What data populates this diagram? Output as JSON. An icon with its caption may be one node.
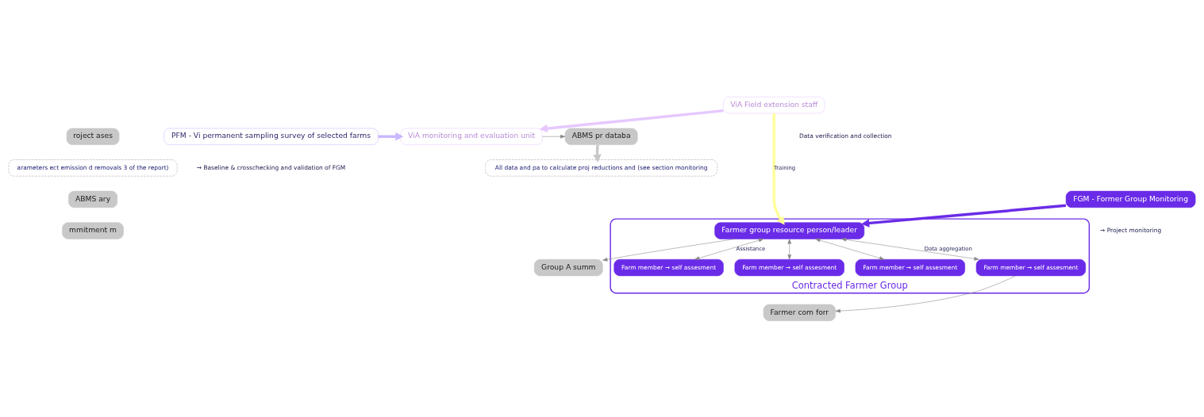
{
  "diagram": {
    "nodes": [
      {
        "text": [
          "roject ases"
        ]
      },
      {
        "text": [
          "PFM - Vi permanent sampling survey of selected farms"
        ],
        "beside": [
          "→ Baseline & crosschecking and validation of FGM"
        ]
      },
      {
        "text": [
          "ViA monitoring and evaluation unit"
        ]
      },
      {
        "text": [
          "ViA Field extension staff"
        ]
      },
      {
        "text": [
          "ABMS pr databa"
        ]
      },
      {
        "text": [
          "arameters ect emission d removals 3 of the report)"
        ]
      },
      {
        "text": [
          "All data and pa to calculate proj reductions and (see section monitoring"
        ]
      },
      {
        "text": [
          "ABMS ary"
        ]
      },
      {
        "text": [
          "FGM - Former Group Monitoring"
        ],
        "beside": [
          "→ Project monitoring"
        ]
      },
      {
        "text": [
          "Contracted Farmer Group"
        ]
      },
      {
        "text": [
          "Farmer group resource person/leader"
        ],
        "in": 9
      },
      {
        "text": [
          "Farm member → self assesment"
        ],
        "in": 9
      },
      {
        "text": [
          "Farm member → self assesment"
        ],
        "in": 9
      },
      {
        "text": [
          "Farm member → self assesment"
        ],
        "in": 9
      },
      {
        "text": [
          "Farm member → self assesment"
        ],
        "in": 9
      },
      {
        "text": [
          "Group A summ"
        ]
      },
      {
        "text": [
          "mmitment m"
        ]
      },
      {
        "text": [
          "Farmer com forr"
        ]
      }
    ],
    "edges": [
      {
        "from": 1,
        "to": 2,
        "arrow": "to",
        "style": "thick",
        "color": "#c9b8ff"
      },
      {
        "from": 3,
        "to": 2,
        "arrow": "to",
        "style": "thick",
        "color": "#e6c8ff"
      },
      {
        "from": 3,
        "to": 10,
        "arrow": "to",
        "label": "Training",
        "style": "thick",
        "color": "#ffff99"
      },
      {
        "from": 2,
        "to": 4,
        "arrow": "to"
      },
      {
        "from": 4,
        "to": 6,
        "arrow": "to",
        "style": "thick",
        "color": "#c8c8c8"
      },
      {
        "from": 8,
        "to": 10,
        "arrow": "to",
        "style": "thick",
        "color": "#6a2be8"
      },
      {
        "from": 10,
        "to": 15,
        "arrow": "to"
      },
      {
        "from": 10,
        "to": 11,
        "arrow": "both",
        "label": "Assistance"
      },
      {
        "from": 10,
        "to": 12,
        "arrow": "both"
      },
      {
        "from": 10,
        "to": 13,
        "arrow": "both"
      },
      {
        "from": 10,
        "to": 14,
        "arrow": "both",
        "label": "Data aggregation"
      },
      {
        "from": 14,
        "to": 17,
        "arrow": "to"
      }
    ],
    "labels": [
      "Data verification and collection"
    ]
  }
}
